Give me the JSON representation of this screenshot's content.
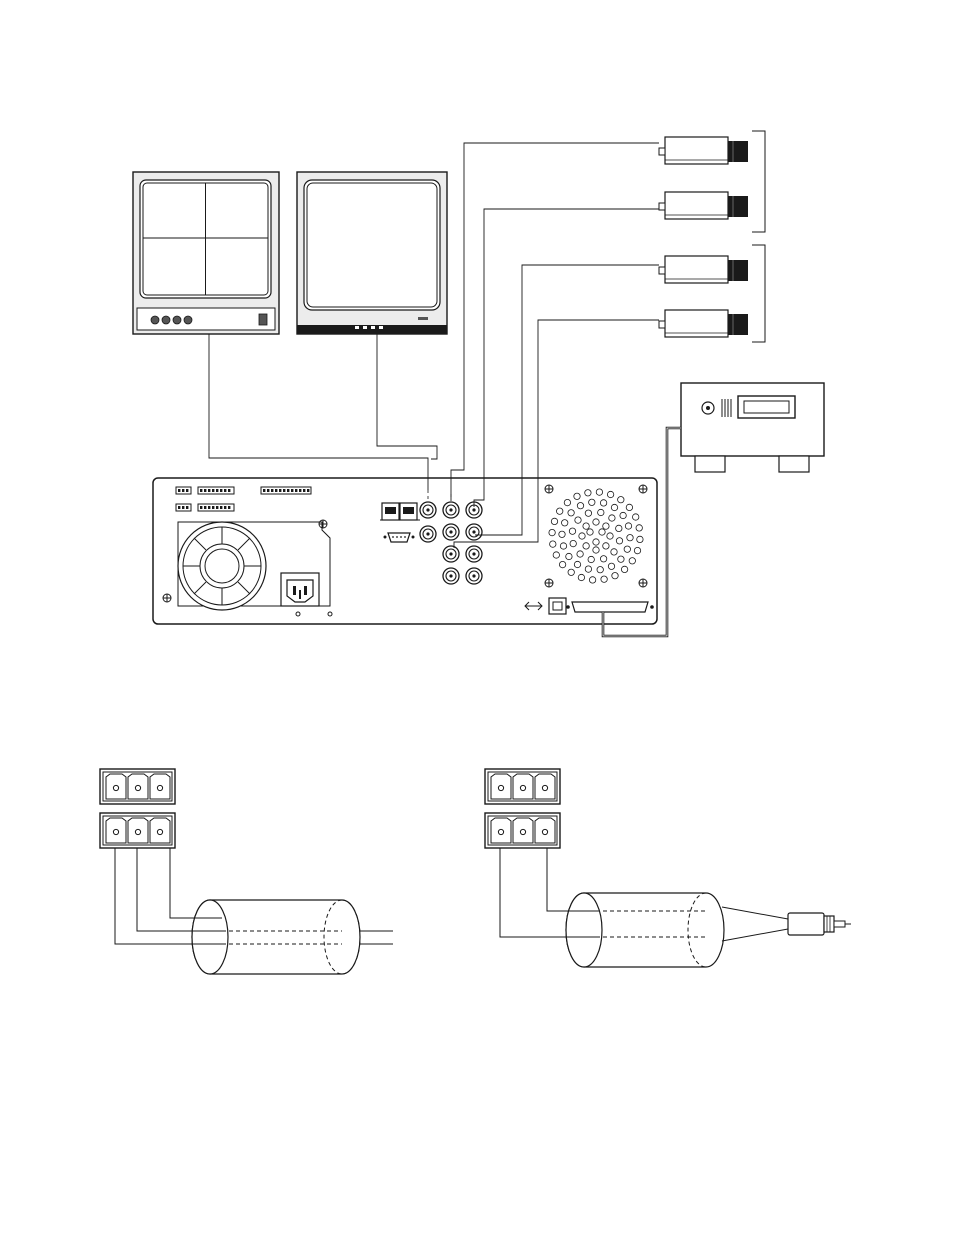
{
  "diagram": {
    "kind": "connection-diagram",
    "colors": {
      "ink": "#1a1a1a",
      "paper": "#ffffff",
      "camera_lens": "#1a1a1a"
    },
    "components": [
      {
        "id": "quad-monitor",
        "icon": "quad-split-monitor-icon"
      },
      {
        "id": "main-monitor",
        "icon": "monitor-icon"
      },
      {
        "id": "camera-1",
        "icon": "camera-icon"
      },
      {
        "id": "camera-2",
        "icon": "camera-icon"
      },
      {
        "id": "camera-3",
        "icon": "camera-icon"
      },
      {
        "id": "camera-4",
        "icon": "camera-icon"
      },
      {
        "id": "external-storage",
        "icon": "storage-device-icon"
      },
      {
        "id": "recorder-rear-panel",
        "icon": "dvr-rear-panel-icon"
      },
      {
        "id": "terminal-block-a",
        "icon": "three-pin-terminal-icon"
      },
      {
        "id": "terminal-block-b",
        "icon": "three-pin-terminal-icon"
      },
      {
        "id": "shielded-pair-cable",
        "icon": "shielded-cable-icon"
      },
      {
        "id": "shielded-cable-with-plug",
        "icon": "shielded-cable-plug-icon"
      }
    ],
    "camera_count": 4,
    "bnc_input_count": 8,
    "terminal_pin_count": 3
  }
}
